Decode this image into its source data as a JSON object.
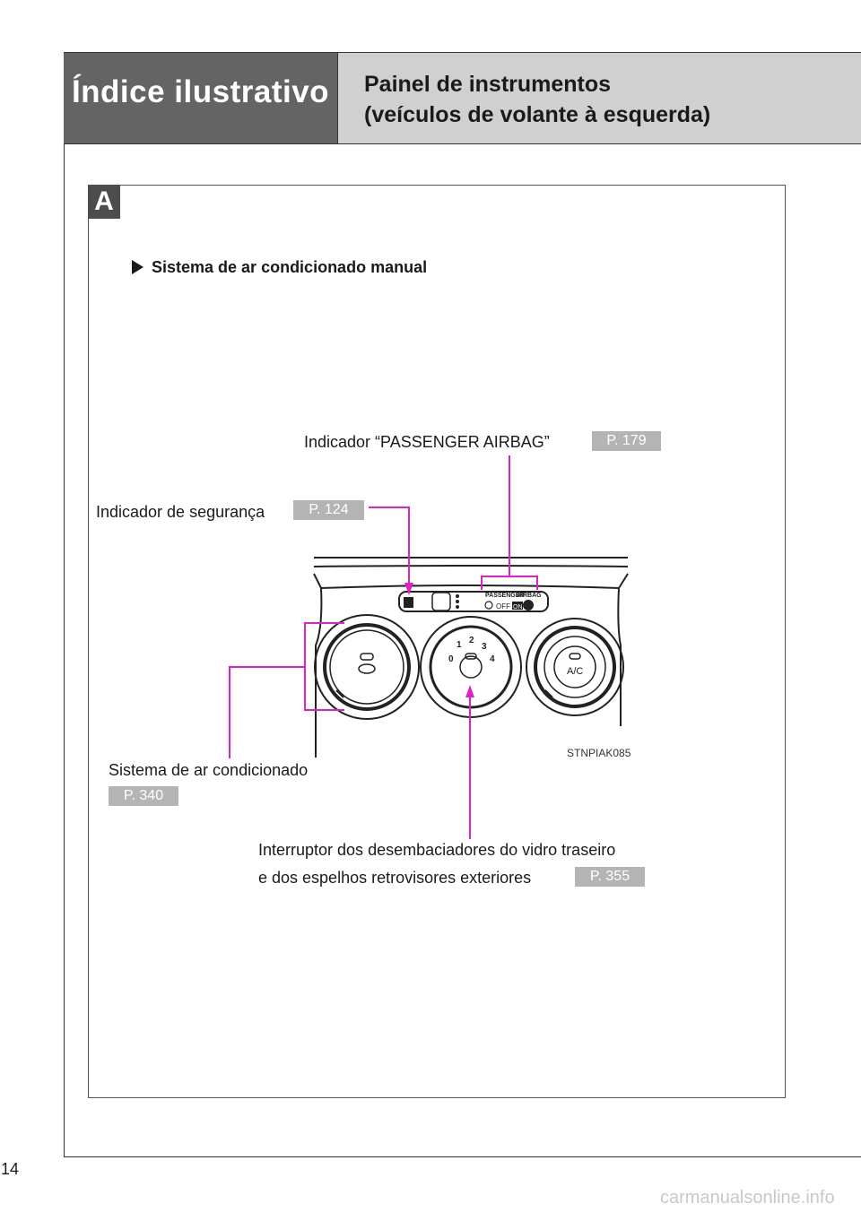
{
  "header": {
    "section": "Índice ilustrativo",
    "title_line1": "Painel de instrumentos",
    "title_line2": "(veículos de volante à esquerda)"
  },
  "panel": {
    "badge": "A",
    "subtitle": "Sistema de ar condicionado manual",
    "image_code": "STNPIAK085",
    "callouts": {
      "passenger_airbag": {
        "label": "Indicador “PASSENGER AIRBAG”",
        "page": "P. 179"
      },
      "security": {
        "label": "Indicador de segurança",
        "page": "P. 124"
      },
      "ac_system": {
        "label": "Sistema de ar condicionado",
        "page": "P. 340"
      },
      "defogger": {
        "line1": "Interruptor dos desembaciadores do vidro traseiro",
        "line2": "e dos espelhos retrovisores exteriores",
        "page": "P. 355"
      }
    },
    "dial_labels": {
      "fan_speeds": [
        "0",
        "1",
        "2",
        "3",
        "4"
      ],
      "ac_button": "A/C",
      "passenger": "PASSENGER",
      "airbag": "AIRBAG",
      "off": "OFF",
      "on": "ON"
    }
  },
  "page_number": "14",
  "watermark": "carmanualsonline.info",
  "colors": {
    "callout_line": "#e020c8",
    "header_dark": "#646464",
    "header_light": "#d0d0d0",
    "page_ref_bg": "#b4b4b4"
  }
}
